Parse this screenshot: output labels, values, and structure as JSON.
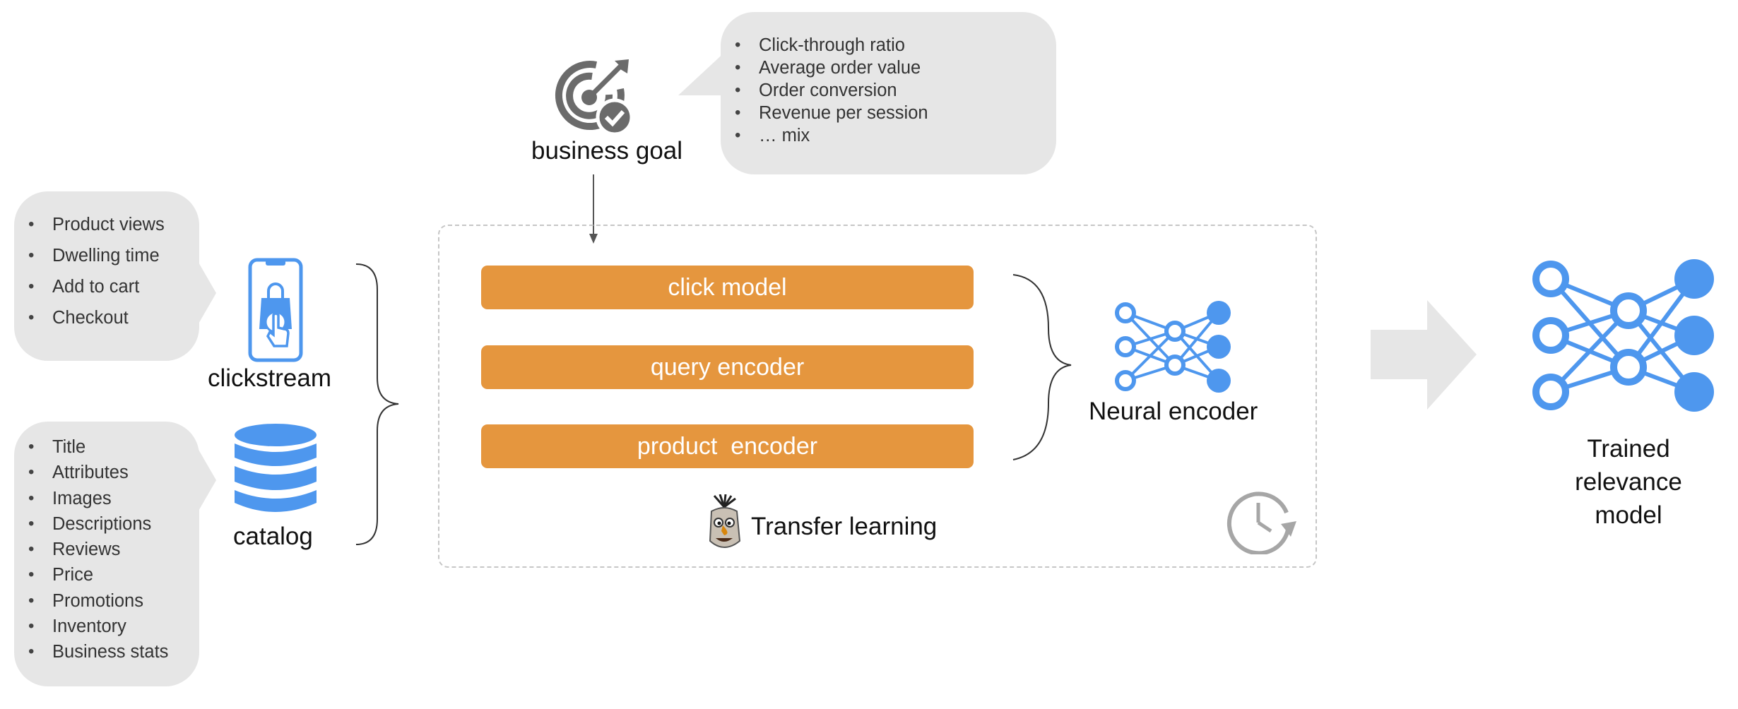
{
  "business_goal": {
    "label": "business goal",
    "metrics": [
      "Click-through ratio",
      "Average order value",
      "Order conversion",
      "Revenue per  session",
      "… mix"
    ]
  },
  "clickstream": {
    "label": "clickstream",
    "signals": [
      "Product views",
      "Dwelling time",
      "Add to cart",
      "Checkout"
    ]
  },
  "catalog": {
    "label": "catalog",
    "fields": [
      "Title",
      "Attributes",
      "Images",
      "Descriptions",
      "Reviews",
      "Price",
      "Promotions",
      "Inventory",
      "Business stats"
    ]
  },
  "transfer_learning": {
    "label": "Transfer learning",
    "blocks": [
      "click model",
      "query encoder",
      "product  encoder"
    ]
  },
  "neural_encoder": {
    "label": "Neural encoder"
  },
  "output": {
    "label_lines": [
      "Trained",
      "relevance",
      "model"
    ]
  },
  "colors": {
    "bubble": "#e6e6e6",
    "orange": "#e5963e",
    "blue": "#4e97ee",
    "goal_gray": "#6b6b6b",
    "arrow_gray": "#e6e6e6"
  }
}
